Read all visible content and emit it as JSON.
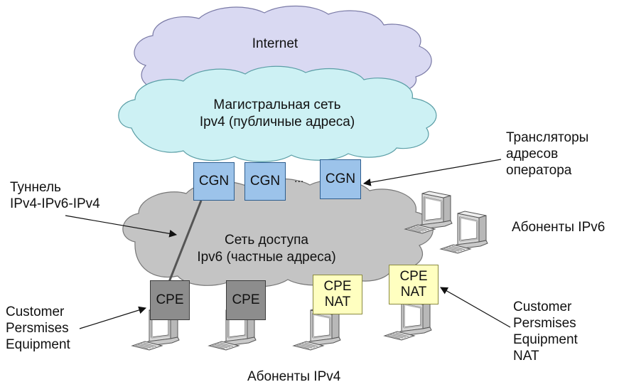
{
  "clouds": {
    "internet": "Internet",
    "backbone_line1": "Магистральная сеть",
    "backbone_line2": "Ipv4 (публичные адреса)",
    "access_line1": "Сеть доступа",
    "access_line2": "Ipv6 (частные адреса)"
  },
  "cgn": {
    "label": "CGN",
    "ellipsis": "..."
  },
  "translators_label": [
    "Трансляторы",
    "адресов",
    "оператора"
  ],
  "tunnel_label": [
    "Туннель",
    "IPv4-IPv6-IPv4"
  ],
  "subscribers_ipv6": "Абоненты IPv6",
  "subscribers_ipv4": "Абоненты IPv4",
  "cpe_left_label": [
    "Customer",
    "Persmises",
    "Equipment"
  ],
  "cpe_right_label": [
    "Customer",
    "Persmises",
    "Equipment",
    "NAT"
  ],
  "cpe": {
    "label": "CPE",
    "nat_line1": "CPE",
    "nat_line2": "NAT"
  },
  "colors": {
    "internet_cloud": "#d9d9f2",
    "backbone_cloud": "#cdf1f4",
    "access_cloud": "#c4c4c4",
    "cgn_box": "#9cc3ea",
    "cpe_gray": "#8d8d8d",
    "cpe_nat": "#ffffc0"
  }
}
